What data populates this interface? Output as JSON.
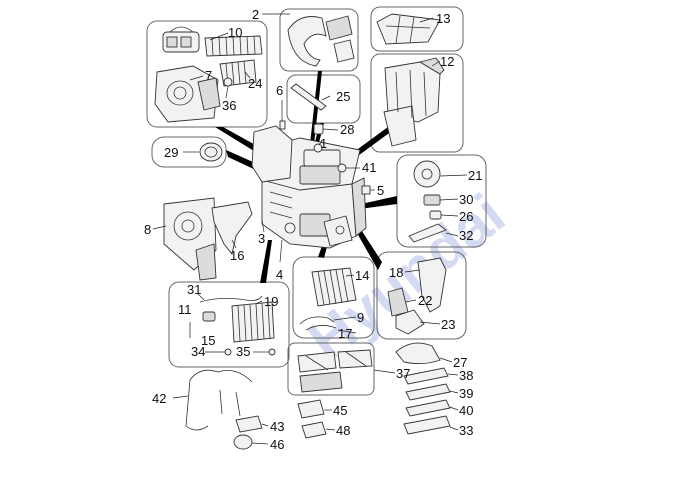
{
  "watermark": "Hyundai",
  "callouts": {
    "c1": "1",
    "c2": "2",
    "c3": "3",
    "c4": "4",
    "c5": "5",
    "c6": "6",
    "c7": "7",
    "c8": "8",
    "c9": "9",
    "c10": "10",
    "c11": "11",
    "c12": "12",
    "c13": "13",
    "c14": "14",
    "c15": "15",
    "c16": "16",
    "c17": "17",
    "c18": "18",
    "c19": "19",
    "c21": "21",
    "c22": "22",
    "c23": "23",
    "c24": "24",
    "c25": "25",
    "c26": "26",
    "c27": "27",
    "c28": "28",
    "c29": "29",
    "c30": "30",
    "c31": "31",
    "c32": "32",
    "c33": "33",
    "c34": "34",
    "c35": "35",
    "c36": "36",
    "c37": "37",
    "c38": "38",
    "c39": "39",
    "c40": "40",
    "c41": "41",
    "c42": "42",
    "c43": "43",
    "c45": "45",
    "c46": "46",
    "c48": "48"
  }
}
